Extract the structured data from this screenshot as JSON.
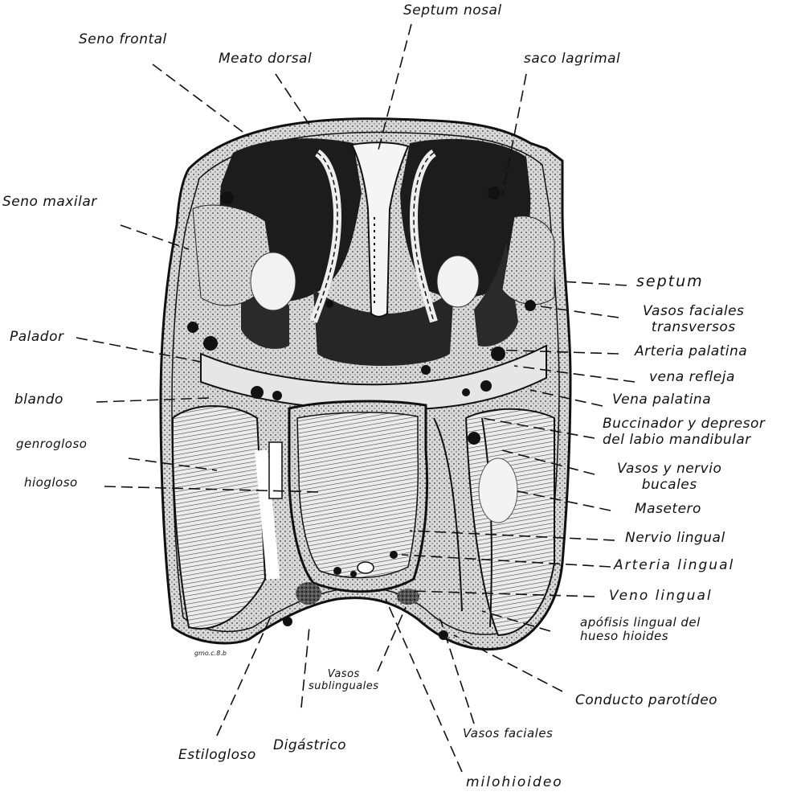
{
  "labels": {
    "septum_nasal": "Septum nosal",
    "seno_frontal": "Seno frontal",
    "meato_dorsal": "Meato dorsal",
    "saco_lagrimal": "saco lagrimal",
    "seno_maxilar": "Seno maxilar",
    "septum": "septum",
    "vasos_faciales_transversos": "Vasos faciales\ntransversos",
    "arteria_palatina": "Arteria palatina",
    "vena_refleja": "vena refleja",
    "vena_palatina": "Vena palatina",
    "buccinador": "Buccinador y depresor\ndel labio mandibular",
    "vasos_nervio_bucales": "Vasos y nervio\nbucales",
    "masetero": "Masetero",
    "nervio_lingual": "Nervio lingual",
    "arteria_lingual": "Arteria lingual",
    "vena_lingual": "Veno lingual",
    "apofisis": "apófisis lingual del\nhueso hioides",
    "conducto_parotideo": "Conducto parotídeo",
    "vasos_faciales": "Vasos faciales",
    "milohioideo": "milohioideo",
    "vasos_sublinguales": "Vasos\nsublinguales",
    "digastrico": "Digástrico",
    "estilogloso": "Estilogloso",
    "palador": "Palador",
    "blando": "blando",
    "genrogloso": "genrogloso",
    "hiogloso": "hiogloso",
    "signature": "gmo.c.8.b"
  }
}
